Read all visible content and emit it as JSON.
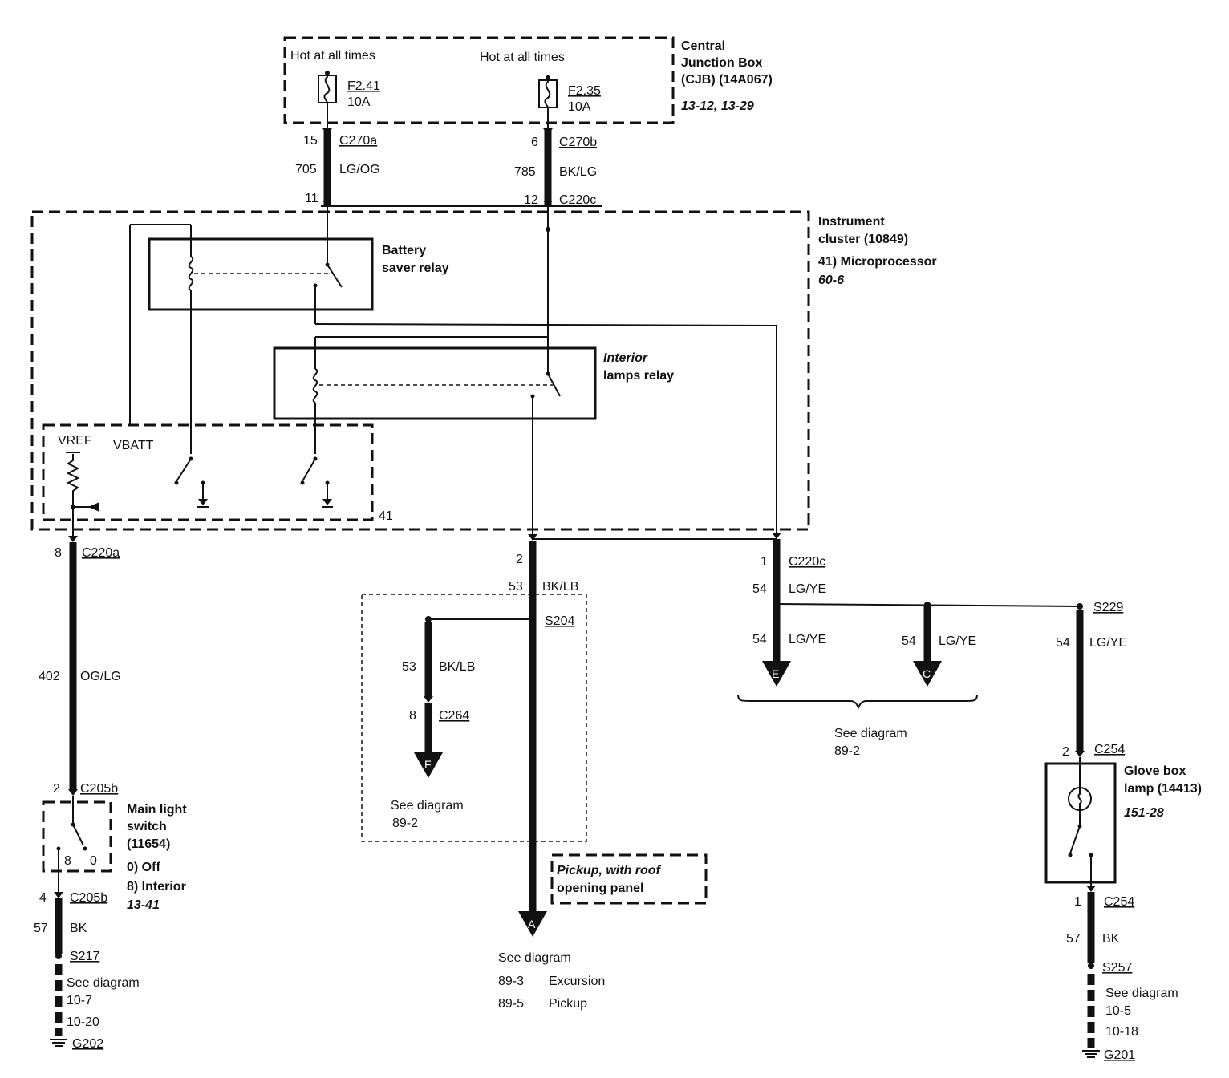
{
  "cjb": {
    "hot1": "Hot at all times",
    "hot2": "Hot at all times",
    "fuse1_id": "F2.41",
    "fuse1_rating": "10A",
    "fuse2_id": "F2.35",
    "fuse2_rating": "10A",
    "title1": "Central",
    "title2": "Junction Box",
    "title3": "(CJB) (14A067)",
    "ref": "13-12, 13-29"
  },
  "left_feed": {
    "pin_top": "15",
    "conn_top": "C270a",
    "circuit": "705",
    "color": "LG/OG",
    "pin_bot": "11"
  },
  "right_feed": {
    "pin_top": "6",
    "conn_top": "C270b",
    "circuit": "785",
    "color": "BK/LG",
    "pin_bot": "12",
    "conn_bot": "C220c"
  },
  "cluster": {
    "title1": "Instrument",
    "title2": "cluster (10849)",
    "title3": "41) Microprocessor",
    "ref": "60-6",
    "battery_relay1": "Battery",
    "battery_relay2": "saver relay",
    "interior_relay1": "Interior",
    "interior_relay2": "lamps relay",
    "vref": "VREF",
    "vbatt": "VBATT",
    "micro_num": "41"
  },
  "left_branch": {
    "pin1": "8",
    "conn1": "C220a",
    "circuit": "402",
    "color": "OG/LG",
    "pin2": "2",
    "conn2": "C205b",
    "switch1": "Main light",
    "switch2": "switch",
    "switch3": "(11654)",
    "pos8": "8",
    "pos0": "0",
    "off": "0) Off",
    "interior": "8) Interior",
    "switch_ref": "13-41",
    "pin3": "4",
    "conn3": "C205b",
    "gnd_circuit": "57",
    "gnd_color": "BK",
    "splice": "S217",
    "see": "See diagram",
    "see1": "10-7",
    "see2": "10-20",
    "ground": "G202"
  },
  "mid_branch": {
    "pin1": "2",
    "circuit": "53",
    "color": "BK/LB",
    "splice": "S204",
    "sub_circuit": "53",
    "sub_color": "BK/LB",
    "sub_pin": "8",
    "sub_conn": "C264",
    "arrow_f": "F",
    "see": "See diagram",
    "see1": "89-2",
    "pickup1": "Pickup, with roof",
    "pickup2": "opening panel",
    "arrow_a": "A",
    "see_a": "See diagram",
    "see_a1_num": "89-3",
    "see_a1_txt": "Excursion",
    "see_a2_num": "89-5",
    "see_a2_txt": "Pickup"
  },
  "right_branch": {
    "pin1": "1",
    "conn1": "C220c",
    "circuit": "54",
    "color": "LG/YE",
    "e_circuit": "54",
    "e_color": "LG/YE",
    "arrow_e": "E",
    "c_circuit": "54",
    "c_color": "LG/YE",
    "arrow_c": "C",
    "see": "See diagram",
    "see1": "89-2",
    "splice": "S229",
    "g_circuit": "54",
    "g_color": "LG/YE",
    "pin2": "2",
    "conn2": "C254",
    "lamp1": "Glove box",
    "lamp2": "lamp (14413)",
    "lamp_ref": "151-28",
    "pin3": "1",
    "conn3": "C254",
    "gnd_circuit": "57",
    "gnd_color": "BK",
    "splice2": "S257",
    "see2": "See diagram",
    "see2a": "10-5",
    "see2b": "10-18",
    "ground": "G201"
  }
}
